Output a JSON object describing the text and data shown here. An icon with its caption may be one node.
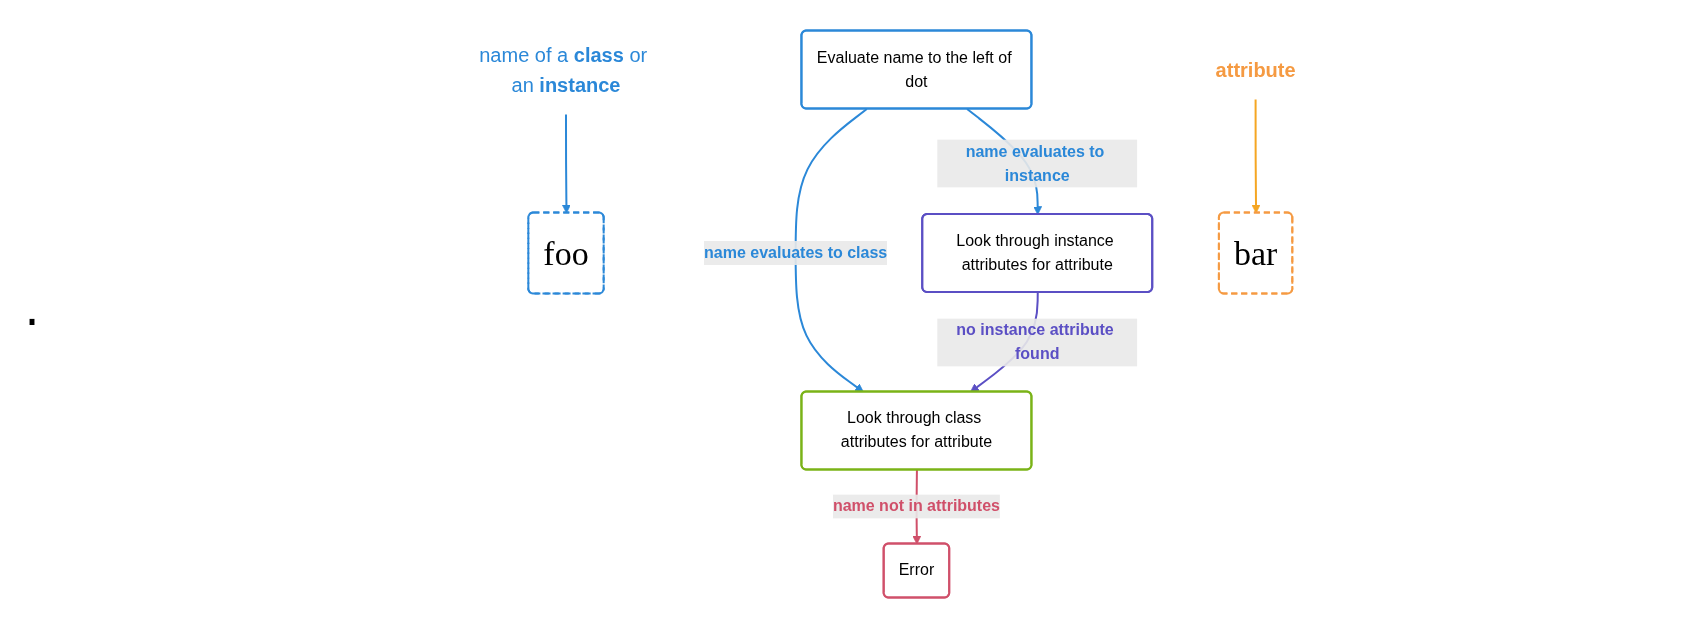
{
  "diagram": {
    "nodes": [
      {
        "text": [
          "Evaluate name to the left of dot"
        ]
      },
      {
        "text": [
          "Look through class attributes for attribute"
        ]
      },
      {
        "text": [
          "Look through instance attributes for attribute"
        ]
      },
      {
        "text": [
          "Error"
        ]
      },
      {
        "text": [
          "name of a **class** or an **instance**"
        ]
      },
      {
        "text": [
          "foo"
        ]
      },
      {
        "text": [
          "bar"
        ]
      },
      {
        "text": [
          "attribute"
        ]
      }
    ],
    "edges": [
      {
        "from": 0,
        "to": 1,
        "arrow": "to",
        "label": "name evaluates to class"
      },
      {
        "from": 0,
        "to": 2,
        "arrow": "to",
        "label": "name evaluates to instance"
      },
      {
        "from": 2,
        "to": 1,
        "arrow": "to",
        "label": "no instance attribute found",
        "color": "#5b4fc4"
      },
      {
        "from": 1,
        "to": 3,
        "arrow": "to",
        "label": "name not in attributes",
        "color": "#d0506a"
      },
      {
        "from": 4,
        "to": 5,
        "arrow": "to"
      },
      {
        "from": 7,
        "to": 6,
        "arrow": "to",
        "color": "#f5a623"
      }
    ],
    "labels": [
      "."
    ]
  }
}
